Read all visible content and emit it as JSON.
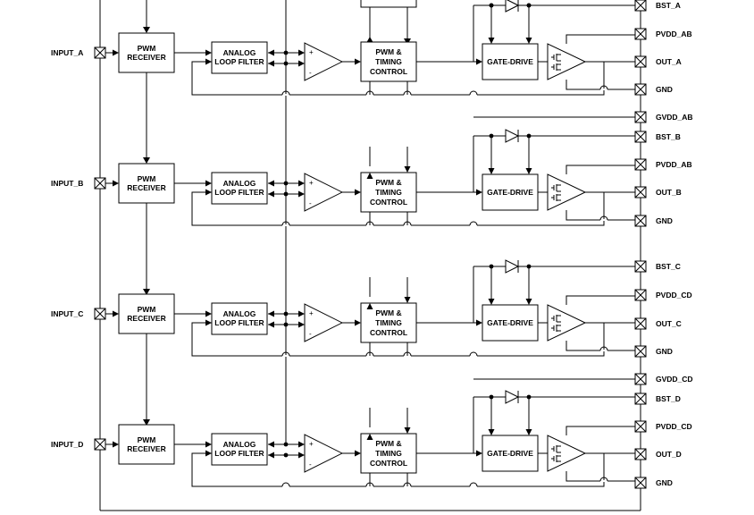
{
  "inputs": [
    "INPUT_A",
    "INPUT_B",
    "INPUT_C",
    "INPUT_D"
  ],
  "blocks": {
    "pwm_receiver": [
      "PWM",
      "RECEIVER"
    ],
    "analog_loop_filter": [
      "ANALOG",
      "LOOP FILTER"
    ],
    "pwm_timing_control": [
      "PWM &",
      "TIMING",
      "CONTROL"
    ],
    "gate_drive": "GATE-DRIVE",
    "opamp_plus": "+",
    "opamp_minus": "-"
  },
  "pins": [
    "BST_A",
    "PVDD_AB",
    "OUT_A",
    "GND",
    "GVDD_AB",
    "BST_B",
    "PVDD_AB",
    "OUT_B",
    "GND",
    "BST_C",
    "PVDD_CD",
    "OUT_C",
    "GND",
    "GVDD_CD",
    "BST_D",
    "PVDD_CD",
    "OUT_D",
    "GND"
  ]
}
